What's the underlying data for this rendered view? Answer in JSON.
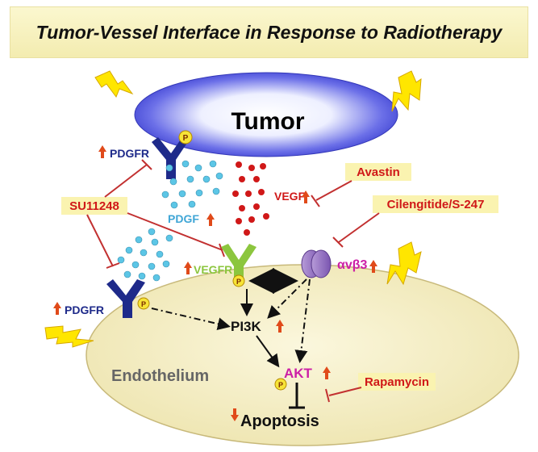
{
  "title": "Tumor-Vessel Interface in Response to Radiotherapy",
  "labels": {
    "tumor": "Tumor",
    "endothelium": "Endothelium",
    "pdgfr_top": "PDGFR",
    "pdgfr_bottom": "PDGFR",
    "pdgf": "PDGF",
    "vegf": "VEGF",
    "vegfr": "VEGFR",
    "integrin": "αvβ3",
    "pi3k": "PI3K",
    "akt": "AKT",
    "apoptosis": "Apoptosis",
    "phospho": "P"
  },
  "inhibitors": {
    "su11248": "SU11248",
    "avastin": "Avastin",
    "cilengitide": "Cilengitide/S-247",
    "rapamycin": "Rapamycin"
  },
  "colors": {
    "title_bg": "#f6efbd",
    "tumor": "#5b5fe3",
    "endothelium": "#f6efc2",
    "pdgfr": "#1e2a8a",
    "pdgf_dots": "#5cc6e6",
    "vegf_dots": "#d01818",
    "vegfr": "#8cc63e",
    "integrin": "#9a77c8",
    "inhibitor_text": "#d01818",
    "pink_label": "#cc1fa6",
    "up_arrow": "#e04a1a",
    "lightning": "#ffe600",
    "inhibitor_box": "#faf3b0"
  },
  "icons": [
    "lightning-bolt-icon",
    "up-arrow-icon",
    "down-arrow-icon",
    "phospho-p-icon"
  ]
}
